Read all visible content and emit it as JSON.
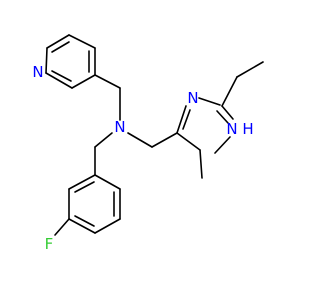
{
  "molecule": {
    "atom_labels": {
      "pyridine_n": "N",
      "amine_n": "N",
      "imidazole_n": "N",
      "imidazole_nh": "N",
      "imidazole_h": "H",
      "fluorine": "F"
    },
    "colors": {
      "bond": "#000000",
      "nitrogen": "#0000ff",
      "fluorine": "#33cc33",
      "background": "#ffffff"
    }
  }
}
